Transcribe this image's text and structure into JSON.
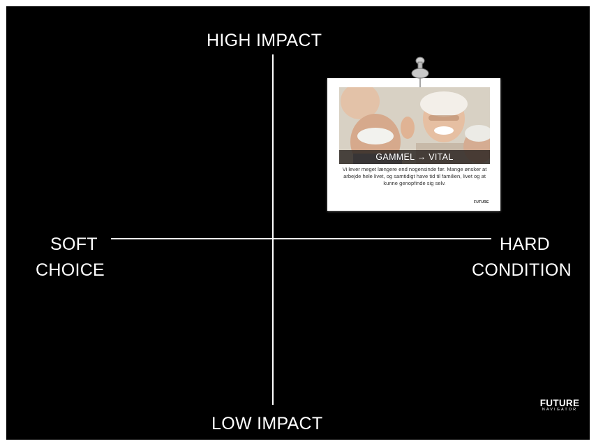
{
  "axes": {
    "top": "HIGH IMPACT",
    "bottom": "LOW IMPACT",
    "left_line1": "SOFT",
    "left_line2": "CHOICE",
    "right_line1": "HARD",
    "right_line2": "CONDITION"
  },
  "card": {
    "caption": "GAMMEL → VITAL",
    "text": "Vi lever meget længere end nogensinde før. Mange ønsker at arbejde hele livet, og samtidigt have tid til familien, livet og at kunne genopfinde sig selv.",
    "mini_logo": "FUTURE"
  },
  "logo": {
    "main": "FUTURE",
    "sub": "NAVIGATOR"
  },
  "colors": {
    "background": "#000000",
    "foreground": "#ffffff",
    "caption_bar": "#2a2320"
  }
}
